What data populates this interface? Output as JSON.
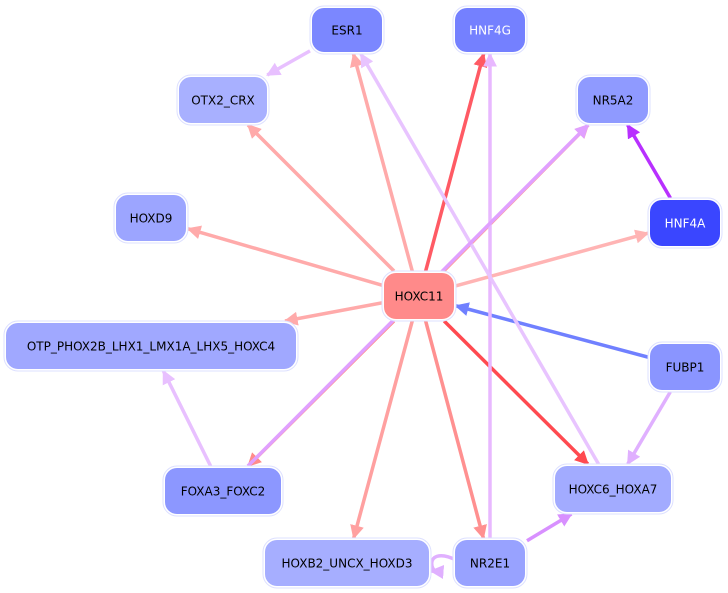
{
  "nodes": [
    {
      "id": "ESR1",
      "label": "ESR1",
      "color": "#7b87ff",
      "text_color": "#000000"
    },
    {
      "id": "HNF4G",
      "label": "HNF4G",
      "color": "#7480ff",
      "text_color": "#ffffff"
    },
    {
      "id": "OTX2_CRX",
      "label": "OTX2_CRX",
      "color": "#a8b0ff",
      "text_color": "#000000"
    },
    {
      "id": "NR5A2",
      "label": "NR5A2",
      "color": "#8f9aff",
      "text_color": "#000000"
    },
    {
      "id": "HOXD9",
      "label": "HOXD9",
      "color": "#9ca5ff",
      "text_color": "#000000"
    },
    {
      "id": "HNF4A",
      "label": "HNF4A",
      "color": "#3a46ff",
      "text_color": "#ffffff"
    },
    {
      "id": "HOXC11",
      "label": "HOXC11",
      "color": "#ff8a8a",
      "text_color": "#000000"
    },
    {
      "id": "OTP",
      "label": "OTP_PHOX2B_LHX1_LMX1A_LHX5_HOXC4",
      "color": "#a0a8ff",
      "text_color": "#000000"
    },
    {
      "id": "FUBP1",
      "label": "FUBP1",
      "color": "#8a95ff",
      "text_color": "#000000"
    },
    {
      "id": "FOXA3_FOXC2",
      "label": "FOXA3_FOXC2",
      "color": "#8c97ff",
      "text_color": "#000000"
    },
    {
      "id": "HOXC6_HOXA7",
      "label": "HOXC6_HOXA7",
      "color": "#a2abff",
      "text_color": "#000000"
    },
    {
      "id": "HOXB2_UNCX_HOXD3",
      "label": "HOXB2_UNCX_HOXD3",
      "color": "#a6aeff",
      "text_color": "#000000"
    },
    {
      "id": "NR2E1",
      "label": "NR2E1",
      "color": "#98a2ff",
      "text_color": "#000000"
    }
  ],
  "edges": [
    {
      "from": "HOXC11",
      "to": "ESR1",
      "color": "#ffaaaa"
    },
    {
      "from": "HOXC11",
      "to": "HNF4G",
      "color": "#ff5a64"
    },
    {
      "from": "HOXC11",
      "to": "OTX2_CRX",
      "color": "#ffaaaa"
    },
    {
      "from": "HOXC11",
      "to": "NR5A2",
      "color": "#ff9c9c"
    },
    {
      "from": "HOXC11",
      "to": "HOXD9",
      "color": "#ffaaaa"
    },
    {
      "from": "HOXC11",
      "to": "HNF4A",
      "color": "#ffb4b4"
    },
    {
      "from": "HOXC11",
      "to": "OTP",
      "color": "#ffaaaa"
    },
    {
      "from": "HOXC11",
      "to": "FOXA3_FOXC2",
      "color": "#ff8c8c"
    },
    {
      "from": "HOXC11",
      "to": "HOXC6_HOXA7",
      "color": "#ff4a50"
    },
    {
      "from": "HOXC11",
      "to": "HOXB2_UNCX_HOXD3",
      "color": "#ffa0a0"
    },
    {
      "from": "HOXC11",
      "to": "NR2E1",
      "color": "#ff9090"
    },
    {
      "from": "FUBP1",
      "to": "HOXC11",
      "color": "#7080ff"
    },
    {
      "from": "ESR1",
      "to": "OTX2_CRX",
      "color": "#e8c0ff"
    },
    {
      "from": "NR2E1",
      "to": "HNF4G",
      "color": "#e8b8ff"
    },
    {
      "from": "HOXC6_HOXA7",
      "to": "ESR1",
      "color": "#e8c4ff"
    },
    {
      "from": "HNF4A",
      "to": "NR5A2",
      "color": "#b830ff"
    },
    {
      "from": "FOXA3_FOXC2",
      "to": "NR5A2",
      "color": "#e0a0ff"
    },
    {
      "from": "FOXA3_FOXC2",
      "to": "OTP",
      "color": "#e8c0ff"
    },
    {
      "from": "FUBP1",
      "to": "HOXC6_HOXA7",
      "color": "#e0b0ff"
    },
    {
      "from": "NR2E1",
      "to": "HOXC6_HOXA7",
      "color": "#d890ff"
    },
    {
      "from": "NR2E1",
      "to": "HOXB2_UNCX_HOXD3",
      "color": "#e0b0ff"
    }
  ]
}
